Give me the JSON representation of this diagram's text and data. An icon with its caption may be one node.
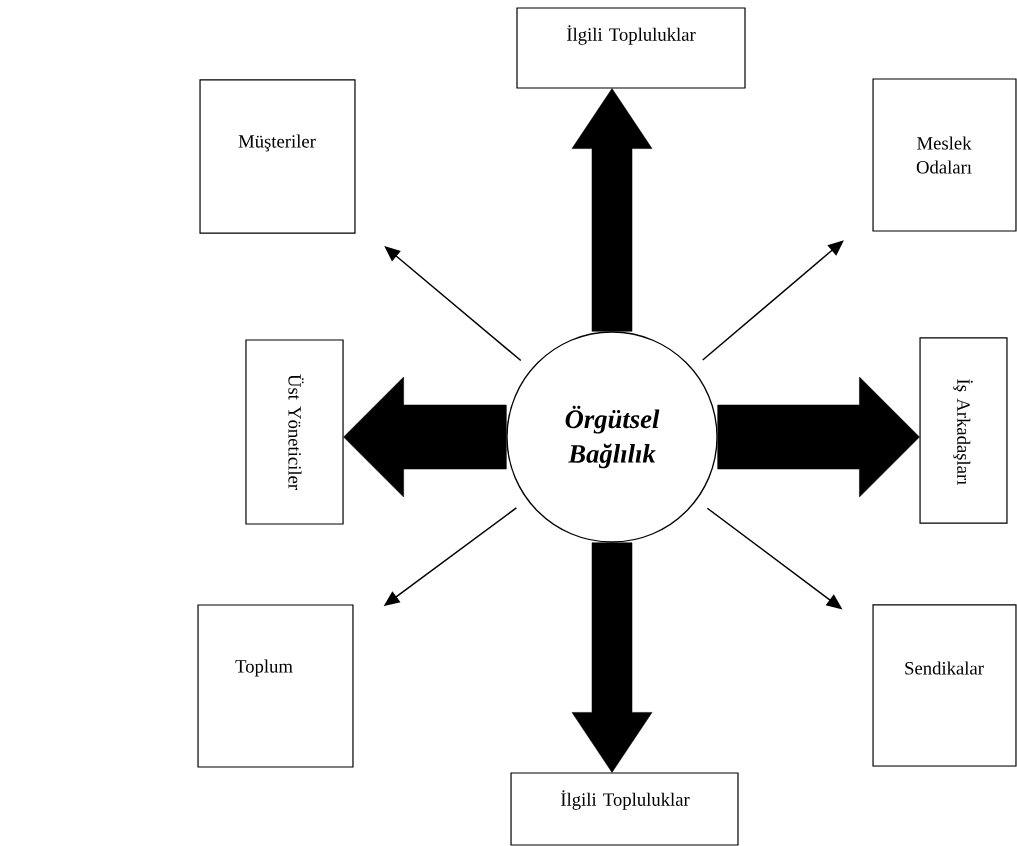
{
  "diagram": {
    "nodes": [
      {
        "text": [
          "Örgütsel Bağlılık"
        ]
      },
      {
        "text": [
          "İlgili Topluluklar"
        ]
      },
      {
        "text": [
          "Müşteriler"
        ]
      },
      {
        "text": [
          "Meslek Odaları"
        ]
      },
      {
        "text": [
          "Üst Yöneticiler"
        ]
      },
      {
        "text": [
          "İş Arkadaşları"
        ]
      },
      {
        "text": [
          "Toplum"
        ]
      },
      {
        "text": [
          "Sendikalar"
        ]
      },
      {
        "text": [
          "İlgili Topluluklar"
        ]
      }
    ],
    "edges": [
      {
        "from": 0,
        "to": 1,
        "arrow": "to",
        "style": "thick"
      },
      {
        "from": 0,
        "to": 2,
        "arrow": "to"
      },
      {
        "from": 0,
        "to": 3,
        "arrow": "to"
      },
      {
        "from": 0,
        "to": 4,
        "arrow": "to",
        "style": "thick"
      },
      {
        "from": 0,
        "to": 5,
        "arrow": "to",
        "style": "thick"
      },
      {
        "from": 0,
        "to": 6,
        "arrow": "to"
      },
      {
        "from": 0,
        "to": 7,
        "arrow": "to"
      },
      {
        "from": 0,
        "to": 8,
        "arrow": "to",
        "style": "thick"
      }
    ]
  }
}
